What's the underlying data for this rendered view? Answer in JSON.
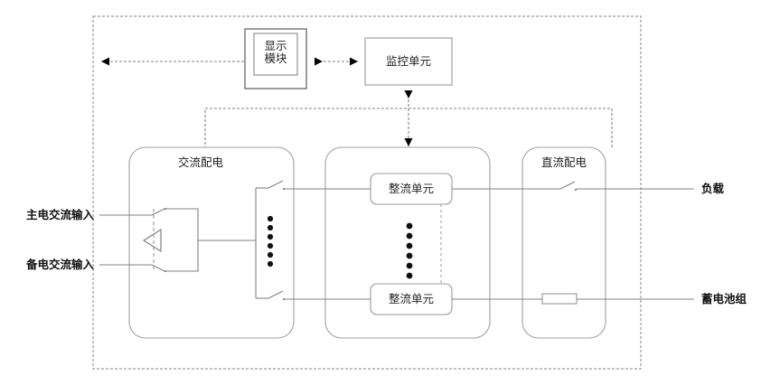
{
  "diagram": {
    "title": "",
    "colors": {
      "line": "#808080",
      "dashed_boundary": "#9a9a9a",
      "text": "#1a1a1a",
      "arrow_fill": "#000000",
      "background": "#ffffff"
    },
    "system_boundary": {
      "style": "dashed"
    },
    "blocks": [
      {
        "id": "display-module",
        "label": "显示\n模块",
        "line1": "显示",
        "line2": "模块",
        "shape": "double-rect"
      },
      {
        "id": "monitoring-unit",
        "label": "监控单元",
        "shape": "rect"
      },
      {
        "id": "ac-distribution",
        "label": "交流配电",
        "shape": "rounded-rect"
      },
      {
        "id": "rectifier-group",
        "label": "",
        "shape": "rounded-rect"
      },
      {
        "id": "rectifier-unit-1",
        "label": "整流单元",
        "shape": "rounded-rect"
      },
      {
        "id": "rectifier-unit-2",
        "label": "整流单元",
        "shape": "rounded-rect"
      },
      {
        "id": "dc-distribution",
        "label": "直流配电",
        "shape": "rounded-rect"
      }
    ],
    "io_labels": [
      {
        "id": "main-ac-input",
        "label": "主电交流输入",
        "side": "left"
      },
      {
        "id": "backup-ac-input",
        "label": "备电交流输入",
        "side": "left"
      },
      {
        "id": "load-output",
        "label": "负载",
        "side": "right"
      },
      {
        "id": "battery-output",
        "label": "蓄电池组",
        "side": "right"
      }
    ],
    "ellipsis": [
      {
        "id": "ac-breaker-ellipsis",
        "dots": 6
      },
      {
        "id": "rectifier-ellipsis",
        "dots": 6
      }
    ],
    "symbols": [
      {
        "id": "transfer-switch",
        "type": "ats-triangle"
      },
      {
        "id": "ac-breaker-top",
        "type": "switch"
      },
      {
        "id": "ac-breaker-bottom",
        "type": "switch"
      },
      {
        "id": "dc-load-switch",
        "type": "switch"
      },
      {
        "id": "battery-fuse",
        "type": "fuse"
      }
    ],
    "connections": [
      {
        "id": "display-to-external",
        "style": "dashed",
        "arrow": "left"
      },
      {
        "id": "display-to-monitoring",
        "style": "dashed",
        "arrow": "both"
      },
      {
        "id": "monitoring-to-bus",
        "style": "dashed",
        "arrow": "both"
      },
      {
        "id": "bus-to-ac-distribution",
        "style": "dashed",
        "arrow": "none"
      },
      {
        "id": "bus-to-dc-distribution",
        "style": "dashed",
        "arrow": "none"
      }
    ]
  }
}
